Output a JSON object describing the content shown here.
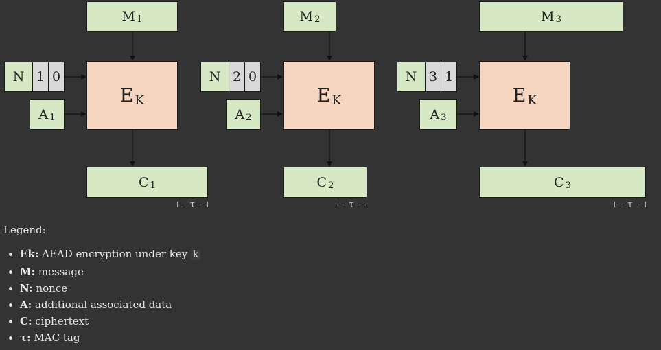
{
  "blocks": [
    {
      "m_base": "M",
      "m_sub": "1",
      "n_label": "N",
      "n_d1": "1",
      "n_d2": "0",
      "a_base": "A",
      "a_sub": "1",
      "e_base": "E",
      "e_sub": "K",
      "c_base": "C",
      "c_sub": "1",
      "tau": "τ"
    },
    {
      "m_base": "M",
      "m_sub": "2",
      "n_label": "N",
      "n_d1": "2",
      "n_d2": "0",
      "a_base": "A",
      "a_sub": "2",
      "e_base": "E",
      "e_sub": "K",
      "c_base": "C",
      "c_sub": "2",
      "tau": "τ"
    },
    {
      "m_base": "M",
      "m_sub": "3",
      "n_label": "N",
      "n_d1": "3",
      "n_d2": "1",
      "a_base": "A",
      "a_sub": "3",
      "e_base": "E",
      "e_sub": "K",
      "c_base": "C",
      "c_sub": "3",
      "tau": "τ"
    }
  ],
  "legend": {
    "title": "Legend:",
    "items": [
      {
        "term": "Ek:",
        "text": " AEAD encryption under key ",
        "code": "k"
      },
      {
        "term": "M:",
        "text": " message"
      },
      {
        "term": "N:",
        "text": " nonce"
      },
      {
        "term": "A:",
        "text": " additional associated data"
      },
      {
        "term": "C:",
        "text": " ciphertext"
      },
      {
        "term": "τ:",
        "text": " MAC tag"
      }
    ]
  },
  "colors": {
    "green": "#d7e8c5",
    "grey": "#d9d9d9",
    "encrypt": "#f5d5bf",
    "background": "#333333"
  }
}
